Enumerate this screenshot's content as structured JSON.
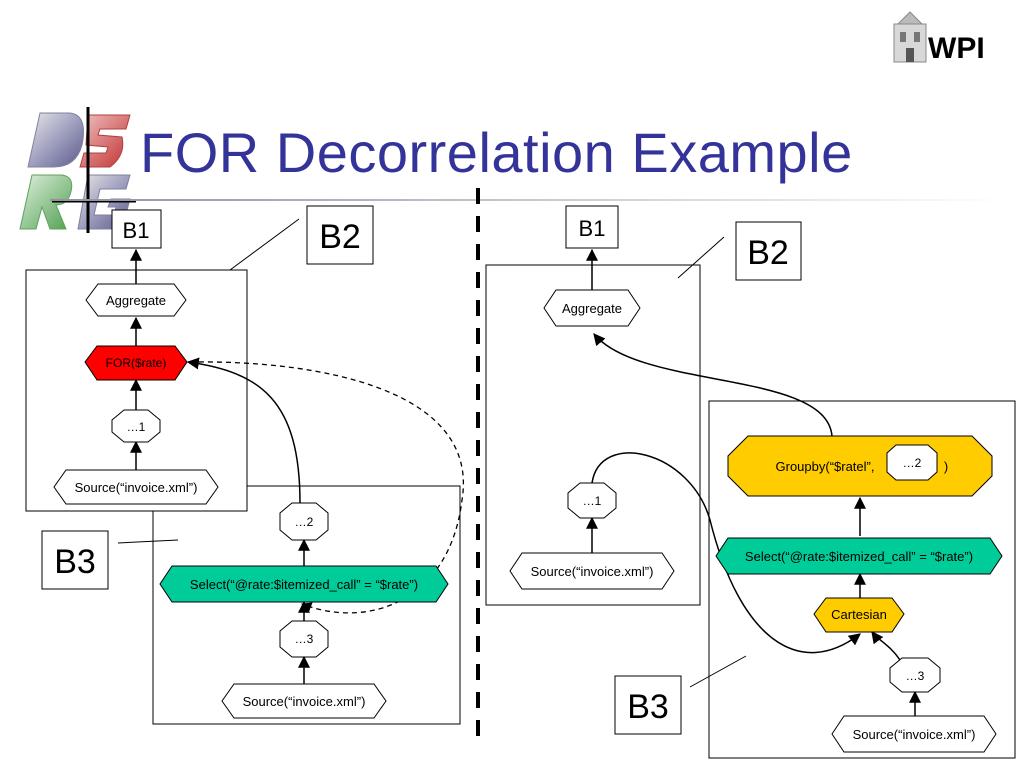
{
  "slide": {
    "title": "FOR Decorrelation Example",
    "logo_text": "WPI"
  },
  "colors": {
    "title": "#333399",
    "for_node": "#ff0000",
    "select_node": "#00cc99",
    "groupby_node": "#ffcc00",
    "cartesian_node": "#ffcc00",
    "plain_node": "#ffffff"
  },
  "left": {
    "b1": "B1",
    "b2": "B2",
    "b3": "B3",
    "aggregate": "Aggregate",
    "for": "FOR($rate)",
    "ellipsis1": "…1",
    "source_top": "Source(“invoice.xml”)",
    "ellipsis2": "…2",
    "select": "Select(“@rate:$itemized_call” = “$rate”)",
    "ellipsis3": "…3",
    "source_bottom": "Source(“invoice.xml”)"
  },
  "right": {
    "b1": "B1",
    "b2": "B2",
    "b3": "B3",
    "aggregate": "Aggregate",
    "ellipsis1": "…1",
    "source_mid": "Source(“invoice.xml”)",
    "groupby_prefix": "Groupby(“$ratel”,",
    "groupby_inner": "…2",
    "groupby_suffix": ")",
    "select": "Select(“@rate:$itemized_call” = “$rate”)",
    "cartesian": "Cartesian",
    "ellipsis3": "…3",
    "source_bottom": "Source(“invoice.xml”)"
  }
}
